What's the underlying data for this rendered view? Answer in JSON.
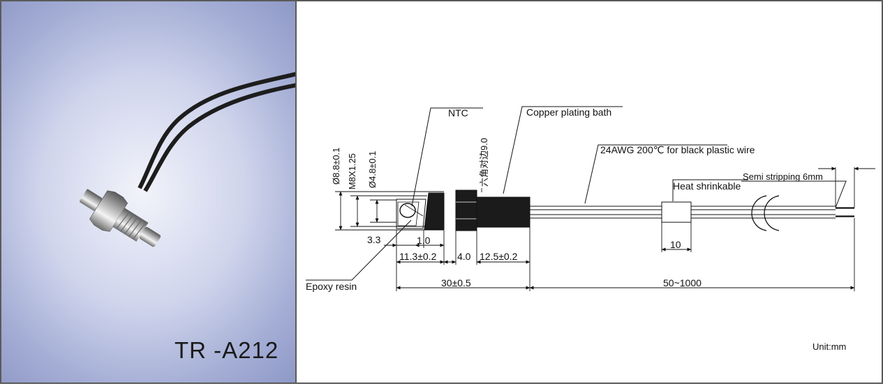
{
  "product": {
    "model": "TR -A212",
    "photo_icon": "ntc-sensor-photo"
  },
  "drawing": {
    "callouts": {
      "ntc": "NTC",
      "copper": "Copper plating bath",
      "wire": "24AWG 200℃ for black plastic wire",
      "heat_shrink": "Heat shrinkable",
      "stripping": "Semi stripping 6mm",
      "epoxy": "Epoxy resin"
    },
    "dimensions": {
      "d88": "Ø8.8±0.1",
      "m8": "M8X1.25",
      "d48": "Ø4.8±0.1",
      "hex": "六角对边9.0",
      "d33": "3.3",
      "d10": "1.0",
      "d113": "11.3±0.2",
      "d40": "4.0",
      "d125": "12.5±0.2",
      "d30": "30±0.5",
      "dlen": "50~1000",
      "dshrink": "10"
    },
    "unit": "Unit:mm"
  }
}
